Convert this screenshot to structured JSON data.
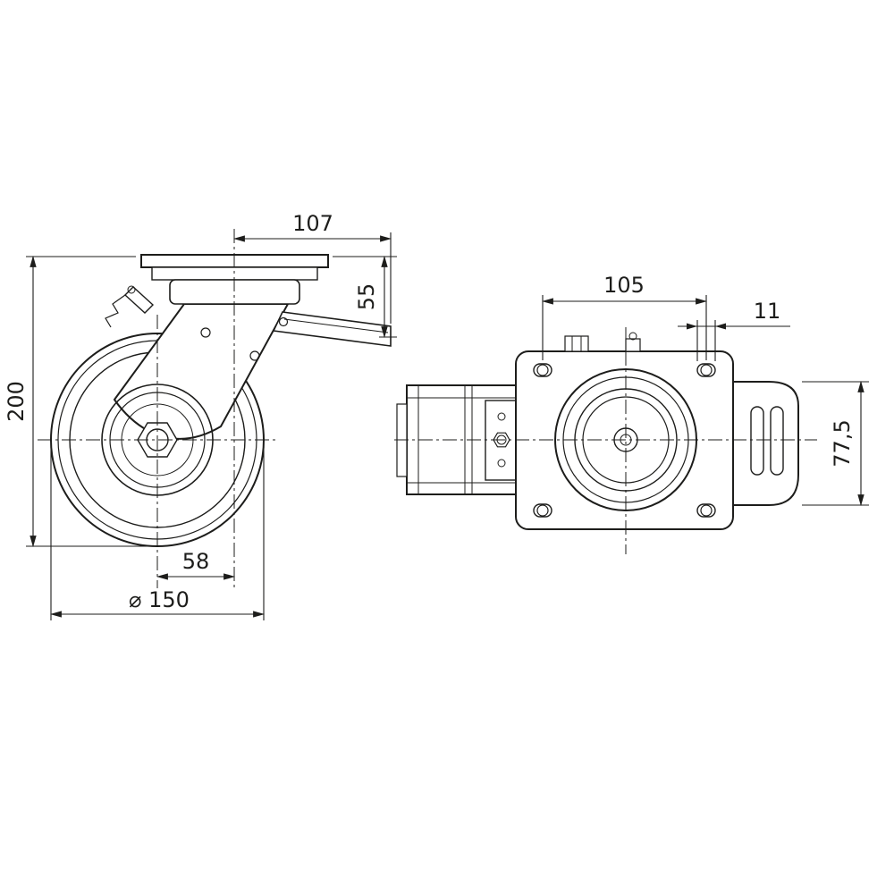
{
  "canvas": {
    "background": "#ffffff",
    "line_color": "#1d1d1b",
    "content": "two-view dimensioned technical drawing of a swivel castor wheel with brake pedal"
  },
  "side_view": {
    "dim_plate_to_pedal": "107",
    "dim_pedal_drop": "55",
    "dim_overall_height": "200",
    "dim_swivel_offset": "58",
    "dim_wheel_diameter": "⌀ 150"
  },
  "top_view": {
    "dim_bolt_spacing": "105",
    "dim_slot_width": "11",
    "dim_overall_width": "77,5"
  }
}
